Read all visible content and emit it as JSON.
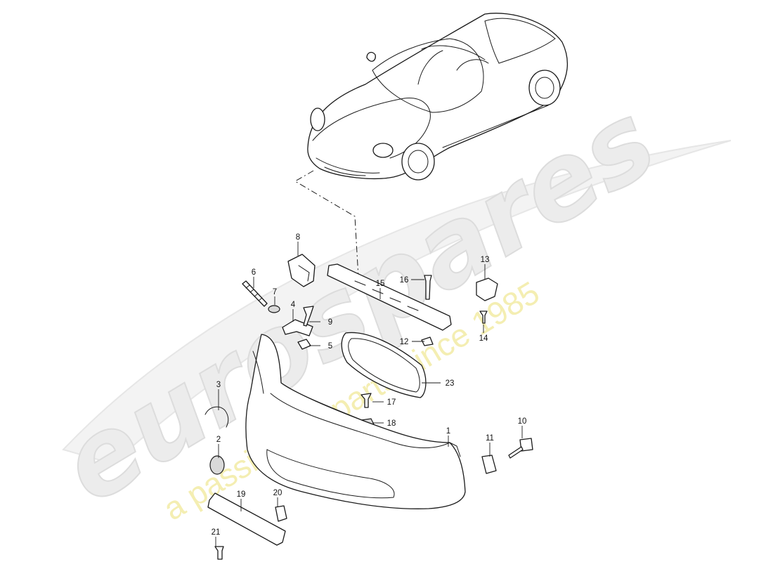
{
  "watermark": {
    "brand": "eurospares",
    "tagline": "a passion for parts since 1985"
  },
  "diagram": {
    "callouts": [
      {
        "id": "c1",
        "label": "1"
      },
      {
        "id": "c2",
        "label": "2"
      },
      {
        "id": "c3",
        "label": "3"
      },
      {
        "id": "c4",
        "label": "4"
      },
      {
        "id": "c5",
        "label": "5"
      },
      {
        "id": "c6",
        "label": "6"
      },
      {
        "id": "c7",
        "label": "7"
      },
      {
        "id": "c8",
        "label": "8"
      },
      {
        "id": "c9",
        "label": "9"
      },
      {
        "id": "c10",
        "label": "10"
      },
      {
        "id": "c11",
        "label": "11"
      },
      {
        "id": "c12",
        "label": "12"
      },
      {
        "id": "c13",
        "label": "13"
      },
      {
        "id": "c14",
        "label": "14"
      },
      {
        "id": "c15",
        "label": "15"
      },
      {
        "id": "c16",
        "label": "16"
      },
      {
        "id": "c17",
        "label": "17"
      },
      {
        "id": "c18",
        "label": "18"
      },
      {
        "id": "c19",
        "label": "19"
      },
      {
        "id": "c20",
        "label": "20"
      },
      {
        "id": "c21",
        "label": "21"
      },
      {
        "id": "c23",
        "label": "23"
      }
    ]
  }
}
